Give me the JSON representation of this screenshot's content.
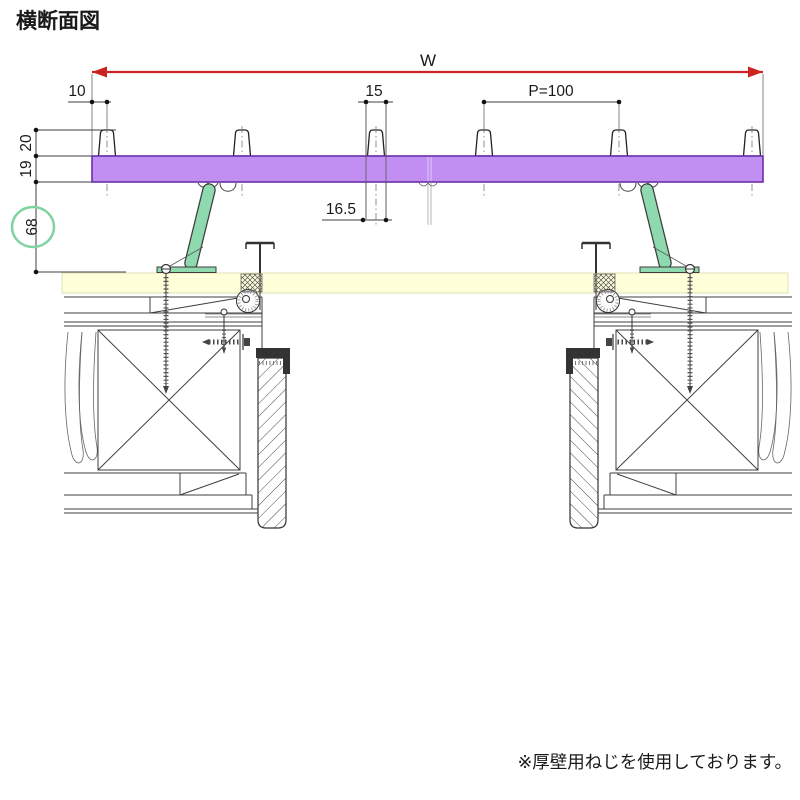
{
  "title": "横断面図",
  "note": "※厚壁用ねじを使用しております。",
  "dimensions": {
    "overall_width": "W",
    "edge_to_first_rib": "10",
    "rib_top_width": "15",
    "rib_pitch": "P=100",
    "rib_base_width": "16.5",
    "rib_height": "20",
    "board_thickness": "19",
    "under_clearance": "68"
  },
  "colors": {
    "deck_board_fill": "#c18ff1",
    "deck_board_outline": "#6b2fa8",
    "bracket_green": "#8fd9ae",
    "sill_yellow": "#ffffd9",
    "dimension_red": "#cc2222",
    "highlight_circle_green": "#7fd3a0",
    "line_black": "#3f3f3f"
  }
}
